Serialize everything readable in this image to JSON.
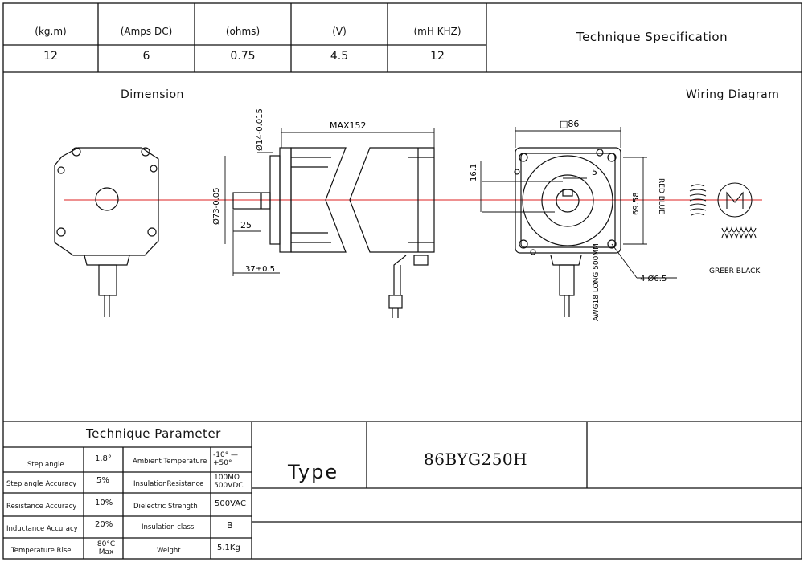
{
  "spec_table": {
    "headers": [
      "(kg.m)",
      "(Amps DC)",
      "(ohms)",
      "(V)",
      "(mH    KHZ)"
    ],
    "values": [
      "12",
      "6",
      "0.75",
      "4.5",
      "12"
    ],
    "title": "Technique Specification"
  },
  "drawing": {
    "dimension_title": "Dimension",
    "wiring_title": "Wiring Diagram",
    "dims": {
      "max_length": "MAX152",
      "shaft_dia": "Ø14-0.015",
      "flange_dia": "Ø73-0.05",
      "shaft_len": "25",
      "pilot_len": "37±0.5",
      "square": "□86",
      "key_depth": "16.1",
      "key_width": "5",
      "hole_spacing": "69.58",
      "hole_dia": "4  Ø6.5",
      "cable": "AWG18 LONG 500MM"
    },
    "wires": {
      "coil1": "RED  BLUE",
      "coil2": "GREER  BLACK"
    }
  },
  "param_table": {
    "title": "Technique Parameter",
    "rows": [
      {
        "l1": "Step angle",
        "v1": "1.8°",
        "l2": "Ambient Temperature",
        "v2": "-10° — +50°"
      },
      {
        "l1": "Step angle Accuracy",
        "v1": "5%",
        "l2": "InsulationResistance",
        "v2": "100MΩ 500VDC"
      },
      {
        "l1": "Resistance Accuracy",
        "v1": "10%",
        "l2": "Dielectric Strength",
        "v2": "500VAC"
      },
      {
        "l1": "Inductance Accuracy",
        "v1": "20%",
        "l2": "Insulation class",
        "v2": "B"
      },
      {
        "l1": "Temperature Rise",
        "v1": "80°C Max",
        "l2": "Weight",
        "v2": "5.1Kg"
      }
    ]
  },
  "type_block": {
    "label": "Type",
    "model": "86BYG250H"
  }
}
